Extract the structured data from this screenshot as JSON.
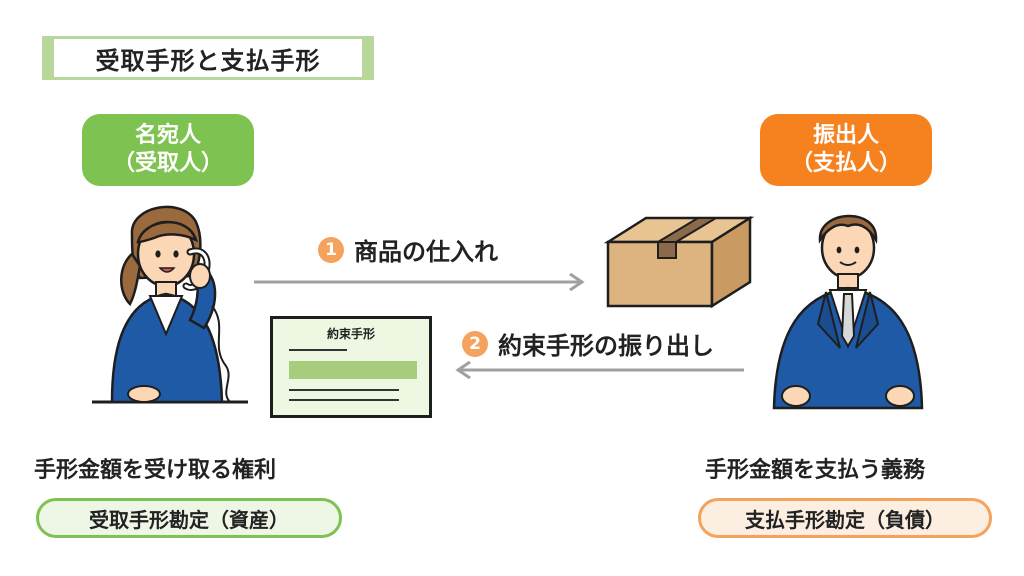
{
  "title": "受取手形と支払手形",
  "payee": {
    "name": "名宛人",
    "sub": "（受取人）"
  },
  "payer": {
    "name": "振出人",
    "sub": "（支払人）"
  },
  "steps": [
    {
      "num": "1",
      "label": "商品の仕入れ"
    },
    {
      "num": "2",
      "label": "約束手形の振り出し"
    }
  ],
  "note": {
    "title": "約束手形"
  },
  "payee_caption": "手形金額を受け取る権利",
  "payer_caption": "手形金額を支払う義務",
  "payee_account": "受取手形勘定（資産）",
  "payer_account": "支払手形勘定（負債）",
  "colors": {
    "green": "#7ec251",
    "orange": "#f5821f",
    "suit": "#1f5aa6",
    "box": "#ddb47f"
  }
}
